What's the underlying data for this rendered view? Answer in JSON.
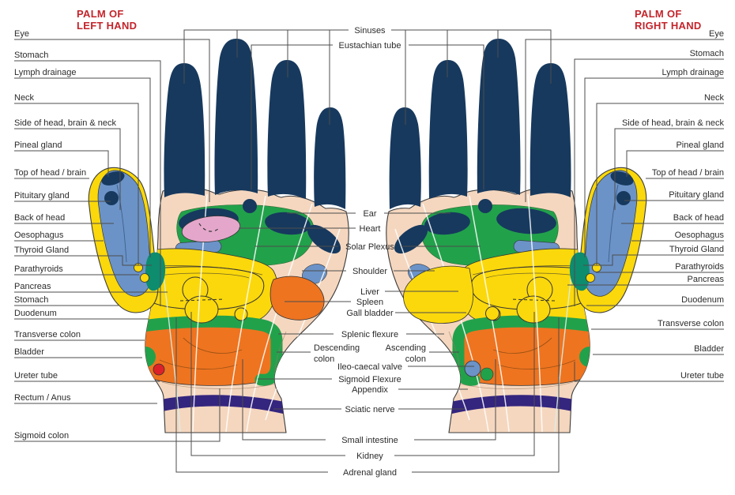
{
  "diagram": {
    "title": "Hand reflexology chart",
    "heading_left": [
      "PALM OF",
      "LEFT HAND"
    ],
    "heading_right": [
      "PALM OF",
      "RIGHT HAND"
    ],
    "left": [
      "Eye",
      "Stomach",
      "Lymph drainage",
      "Neck",
      "Side of head, brain & neck",
      "Pineal gland",
      "Top of head / brain",
      "Pituitary gland",
      "Back of head",
      "Oesophagus",
      "Thyroid Gland",
      "Parathyroids",
      "Pancreas",
      "Stomach",
      "Duodenum",
      "Transverse colon",
      "Bladder",
      "Ureter tube",
      "Rectum / Anus",
      "Sigmoid colon"
    ],
    "right": [
      "Eye",
      "Stomach",
      "Lymph drainage",
      "Neck",
      "Side of head, brain & neck",
      "Pineal gland",
      "Top of head / brain",
      "Pituitary gland",
      "Back of head",
      "Oesophagus",
      "Thyroid Gland",
      "Parathyroids",
      "Pancreas",
      "Duodenum",
      "Transverse colon",
      "Bladder",
      "Ureter tube"
    ],
    "center": {
      "sinuses": "Sinuses",
      "eustachian_tube": "Eustachian tube",
      "ear": "Ear",
      "heart": "Heart",
      "solar_plexus": "Solar Plexus",
      "shoulder": "Shoulder",
      "liver": "Liver",
      "spleen": "Spleen",
      "gall_bladder": "Gall bladder",
      "splenic_flexure": "Splenic flexure",
      "descending_colon": [
        "Descending",
        "colon"
      ],
      "ascending_colon": [
        "Ascending",
        "colon"
      ],
      "ileo_caecal_valve": "Ileo-caecal valve",
      "sigmoid_flexure": "Sigmoid Flexure",
      "appendix": "Appendix",
      "sciatic_nerve": "Sciatic nerve",
      "small_intestine": "Small intestine",
      "kidney": "Kidney",
      "adrenal_gland": "Adrenal gland"
    },
    "colors": {
      "fingers_navy": "#17395E",
      "skin": "#F5D7BF",
      "zone_yellow": "#FBD80B",
      "zone_green": "#22A14B",
      "zone_orange": "#EE7420",
      "zone_blue": "#6B93C8",
      "zone_pink": "#E4A7CB",
      "zone_teal": "#0E8C6E",
      "sciatic_purple": "#34257E",
      "rectum_red": "#DE2128",
      "heading_red": "#C3242B",
      "leader_line": "#4d4d4d"
    }
  }
}
